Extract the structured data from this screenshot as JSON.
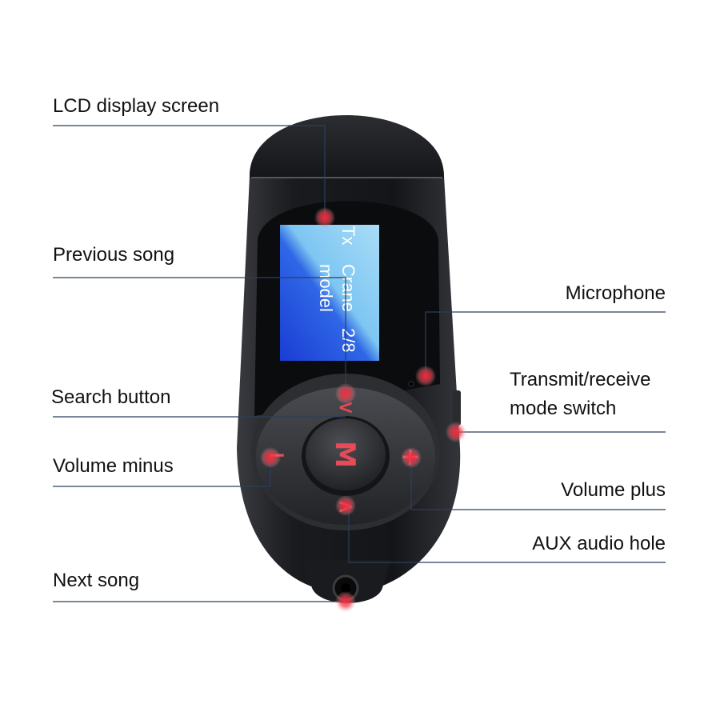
{
  "labels": {
    "lcd": "LCD display screen",
    "previous": "Previous song",
    "search": "Search button",
    "vol_minus": "Volume minus",
    "next": "Next song",
    "microphone": "Microphone",
    "mode_switch_line1": "Transmit/receive",
    "mode_switch_line2": "mode switch",
    "vol_plus": "Volume plus",
    "aux": "AUX audio hole"
  },
  "screen": {
    "line1": "Tx",
    "line2": "Crane",
    "line3": "model",
    "line4": "2/8"
  },
  "buttons": {
    "center": "M",
    "up": "<",
    "down": ">",
    "minus": "−",
    "plus": "+"
  },
  "colors": {
    "callout_line": "#2b3f5c",
    "marker": "#e53946",
    "device_body": "#1b1c1f",
    "screen_light": "#7ec6f2",
    "screen_dark": "#1a3cd4",
    "button_symbol": "#e84a57"
  }
}
